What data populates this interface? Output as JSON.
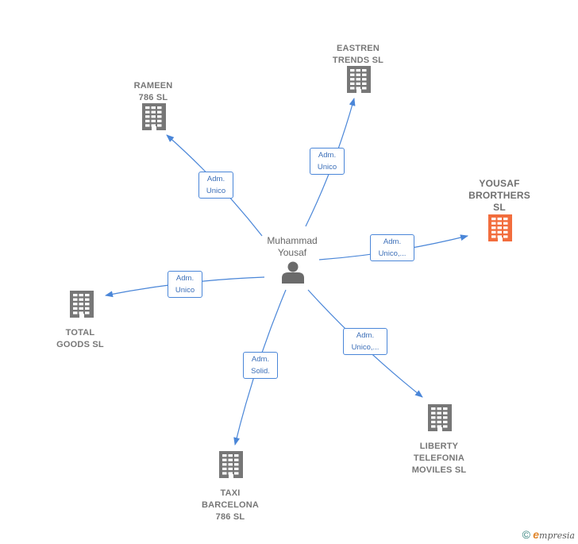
{
  "colors": {
    "edge": "#4a86d8",
    "building": "#777777",
    "highlight": "#f26d3d",
    "person": "#6b6b6b"
  },
  "center": {
    "name_lines": [
      "Muhammad",
      "Yousaf"
    ],
    "icon": "person-icon"
  },
  "nodes": [
    {
      "id": "rameen",
      "lines": [
        "RAMEEN",
        "786  SL"
      ],
      "highlight": false,
      "icon": "building-icon"
    },
    {
      "id": "eastren",
      "lines": [
        "EASTREN",
        "TRENDS  SL"
      ],
      "highlight": false,
      "icon": "building-icon"
    },
    {
      "id": "yousaf",
      "lines": [
        "YOUSAF",
        "BRORTHERS",
        "SL"
      ],
      "highlight": true,
      "icon": "building-icon"
    },
    {
      "id": "total",
      "lines": [
        "TOTAL",
        "GOODS  SL"
      ],
      "highlight": false,
      "icon": "building-icon"
    },
    {
      "id": "liberty",
      "lines": [
        "LIBERTY",
        "TELEFONIA",
        "MOVILES  SL"
      ],
      "highlight": false,
      "icon": "building-icon"
    },
    {
      "id": "taxi",
      "lines": [
        "TAXI",
        "BARCELONA",
        "786  SL"
      ],
      "highlight": false,
      "icon": "building-icon"
    }
  ],
  "edges": [
    {
      "to": "rameen",
      "label_lines": [
        "Adm.",
        "Unico"
      ]
    },
    {
      "to": "eastren",
      "label_lines": [
        "Adm.",
        "Unico"
      ]
    },
    {
      "to": "yousaf",
      "label_lines": [
        "Adm.",
        "Unico,..."
      ]
    },
    {
      "to": "total",
      "label_lines": [
        "Adm.",
        "Unico"
      ]
    },
    {
      "to": "liberty",
      "label_lines": [
        "Adm.",
        "Unico,..."
      ]
    },
    {
      "to": "taxi",
      "label_lines": [
        "Adm.",
        "Solid."
      ]
    }
  ],
  "footer": {
    "copyright": "©",
    "brand_initial": "e",
    "brand_rest": "mpresia"
  }
}
